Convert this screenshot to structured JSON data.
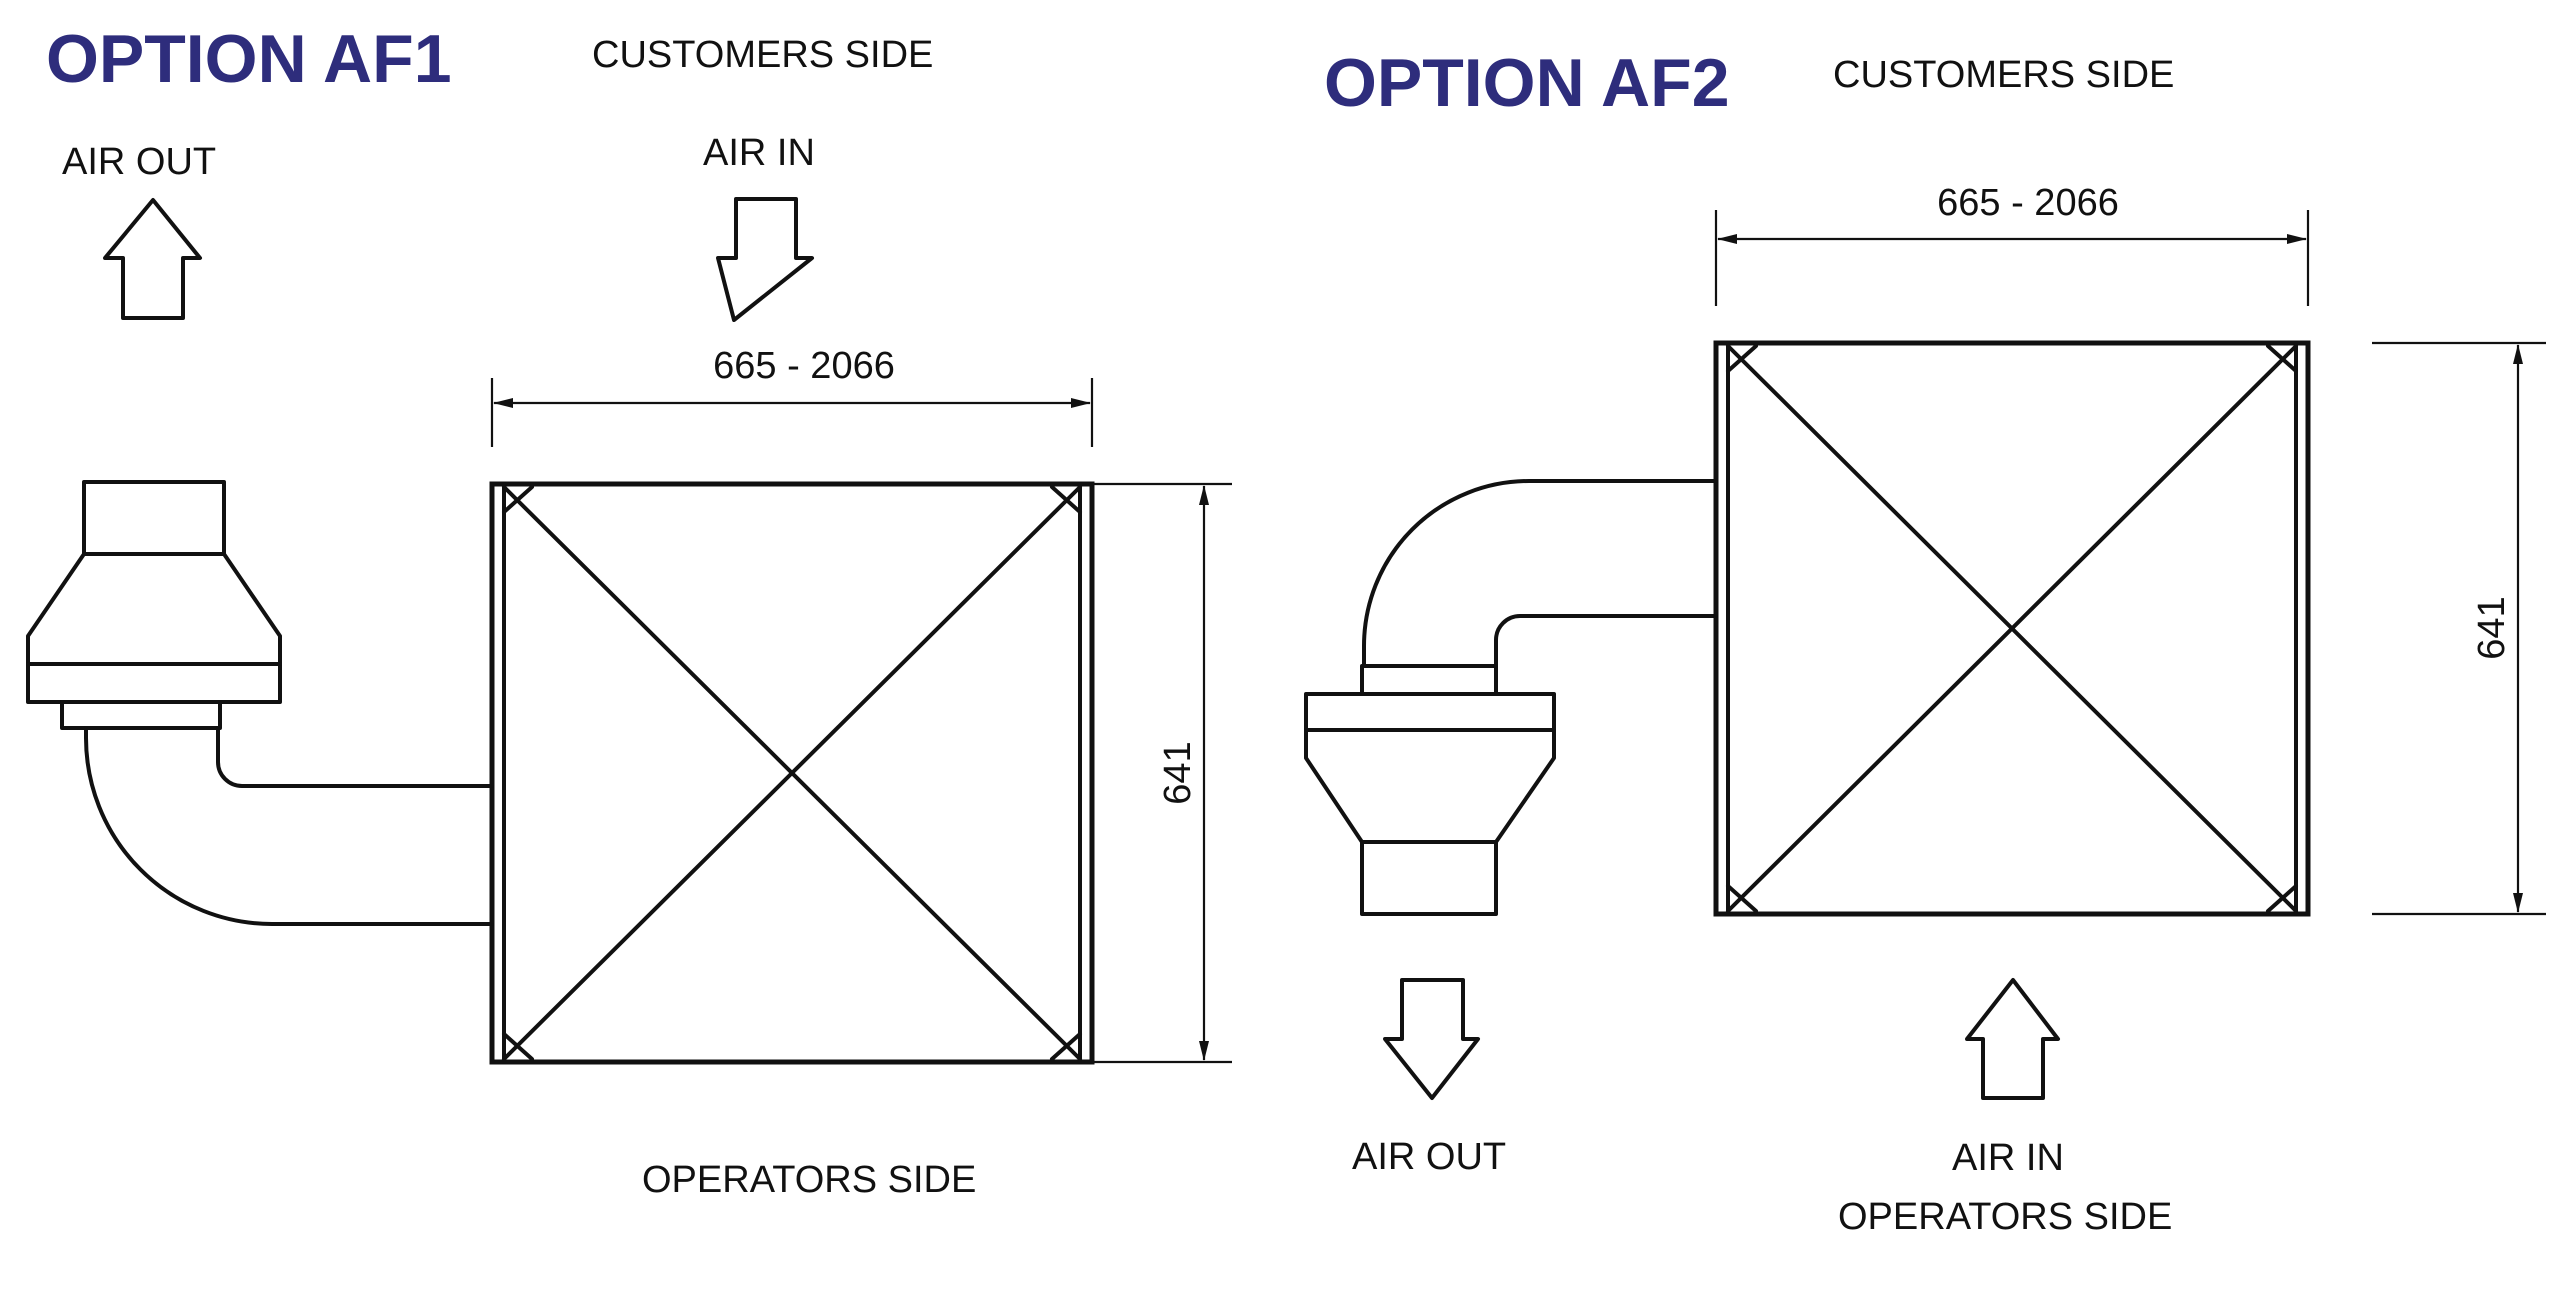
{
  "colors": {
    "title": "#2e2d7c",
    "line": "#111111",
    "background": "#ffffff"
  },
  "options": [
    {
      "id": "af1",
      "title": "OPTION AF1",
      "customers_side": "CUSTOMERS SIDE",
      "operators_side": "OPERATORS SIDE",
      "air_out": "AIR OUT",
      "air_in": "AIR IN",
      "width_dimension": "665 - 2066",
      "height_dimension": "641"
    },
    {
      "id": "af2",
      "title": "OPTION AF2",
      "customers_side": "CUSTOMERS SIDE",
      "operators_side": "OPERATORS SIDE",
      "air_out": "AIR OUT",
      "air_in": "AIR IN",
      "width_dimension": "665 - 2066",
      "height_dimension": "641"
    }
  ]
}
